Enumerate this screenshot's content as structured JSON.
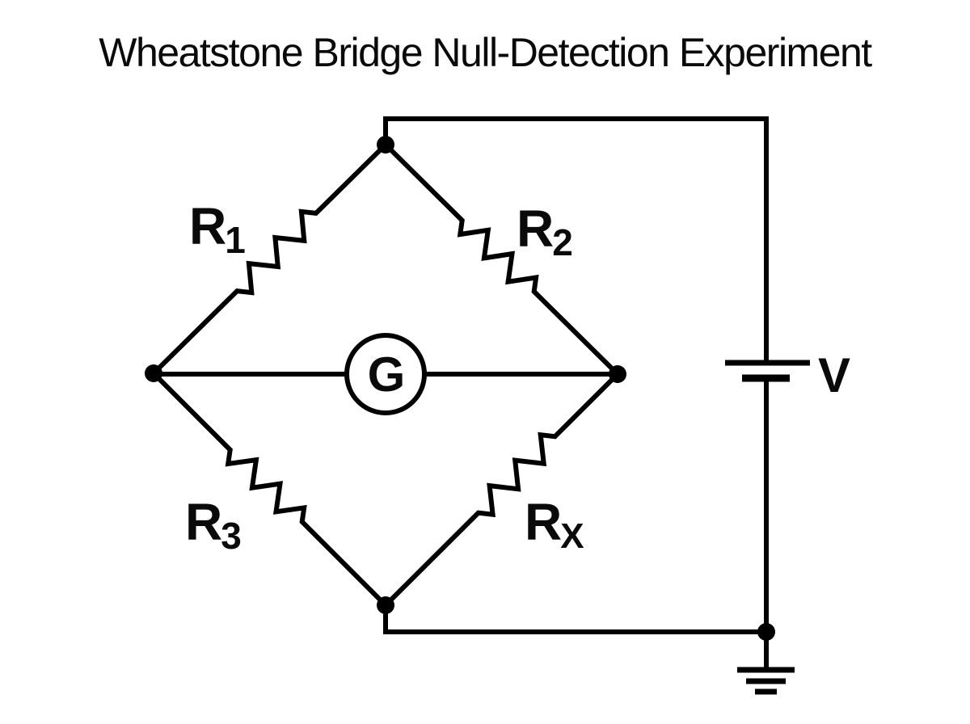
{
  "title": "Wheatstone Bridge Null-Detection Experiment",
  "colors": {
    "line": "#000000",
    "background": "#ffffff",
    "text": "#0a0a0a"
  },
  "circuit": {
    "resistors": [
      {
        "base": "R",
        "sub": "1",
        "position": "top-left-arm"
      },
      {
        "base": "R",
        "sub": "2",
        "position": "top-right-arm"
      },
      {
        "base": "R",
        "sub": "3",
        "position": "bottom-left-arm"
      },
      {
        "base": "R",
        "sub": "X",
        "position": "bottom-right-arm"
      }
    ],
    "galvanometer_label": "G",
    "battery_label": "V"
  }
}
